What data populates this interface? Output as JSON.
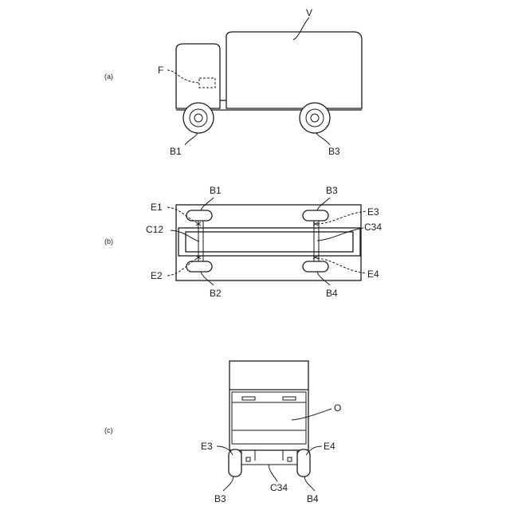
{
  "figure": {
    "panel_a": {
      "tag": "(a)",
      "labels": {
        "vehicle": "V",
        "frame": "F",
        "wheel_front": "B1",
        "wheel_rear": "B3"
      }
    },
    "panel_b": {
      "tag": "(b)",
      "labels": {
        "b1": "B1",
        "b2": "B2",
        "b3": "B3",
        "b4": "B4",
        "e1": "E1",
        "e2": "E2",
        "e3": "E3",
        "e4": "E4",
        "c12": "C12",
        "c34": "C34"
      }
    },
    "panel_c": {
      "tag": "(c)",
      "labels": {
        "o": "O",
        "e3": "E3",
        "e4": "E4",
        "b3": "B3",
        "b4": "B4",
        "c34": "C34"
      }
    }
  }
}
